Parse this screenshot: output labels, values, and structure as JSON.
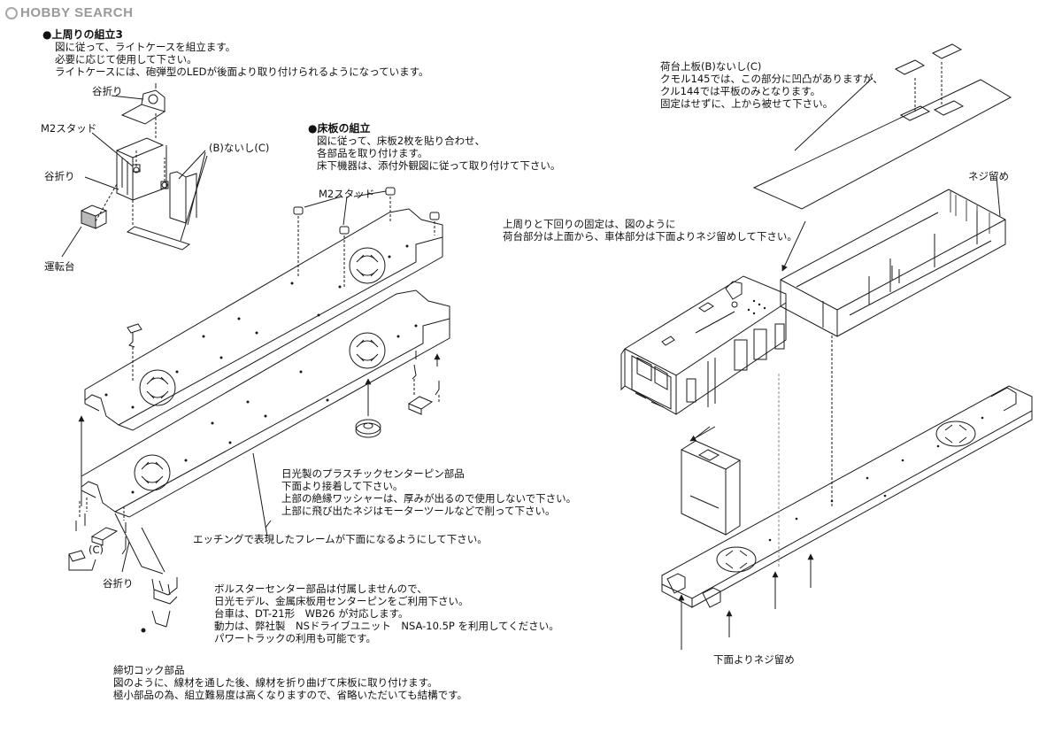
{
  "watermark": {
    "brand": "HOBBY SEARCH",
    "icon": "hobby-search-logo-icon"
  },
  "section_upper": {
    "title": "●上周りの組立3",
    "lines": [
      "図に従って、ライトケースを組立ます。",
      "必要に応じて使用して下さい。",
      "ライトケースには、砲弾型のLEDが後面より取り付けられるようになっています。"
    ]
  },
  "labels_left": {
    "valley_fold_top": "谷折り",
    "m2_stud": "M2スタッド",
    "valley_fold_mid": "谷折り",
    "b_or_c": "(B)ないし(C)",
    "driver_seat": "運転台"
  },
  "section_floor": {
    "title": "●床板の組立",
    "lines": [
      "図に従って、床板2枚を貼り合わせ、",
      "各部品を取り付けます。",
      "床下機器は、添付外観図に従って取り付けて下さい。"
    ]
  },
  "m2_stud_center": "M2スタッド",
  "center_pin_note": {
    "lines": [
      "日光製のプラスチックセンターピン部品",
      "下面より接着して下さい。",
      "上部の絶縁ワッシャーは、厚みが出るので使用しないで下さい。",
      "上部に飛び出たネジはモーターツールなどで削って下さい。"
    ]
  },
  "etching_note": "エッチングで表現したフレームが下面になるようにして下さい。",
  "c_label": "(C)",
  "valley_fold_bottom": "谷折り",
  "bolster_note": {
    "lines": [
      "ボルスターセンター部品は付属しませんので、",
      "日光モデル、金属床板用センターピンをご利用下さい。",
      "台車は、DT-21形　WB26 が対応します。",
      "動力は、弊社製　NSドライブユニット　NSA-10.5P を利用してください。",
      "パワートラックの利用も可能です。"
    ]
  },
  "cock_note": {
    "title": "締切コック部品",
    "lines": [
      "図のように、線材を通した後、線材を折り曲げて床板に取り付けます。",
      "極小部品の為、組立難易度は高くなりますので、省略いただいても結構です。"
    ]
  },
  "luggage_note": {
    "lines": [
      "荷台上板(B)ないし(C)",
      "クモル145では、この部分に凹凸がありますが、",
      "クル144では平板のみとなります。",
      "固定はせずに、上から被せて下さい。"
    ]
  },
  "screw_label": "ネジ留め",
  "fix_note": {
    "lines": [
      "上周りと下回りの固定は、図のように",
      "荷台部分は上面から、車体部分は下面よりネジ留めして下さい。"
    ]
  },
  "screw_bottom_label": "下面よりネジ留め"
}
